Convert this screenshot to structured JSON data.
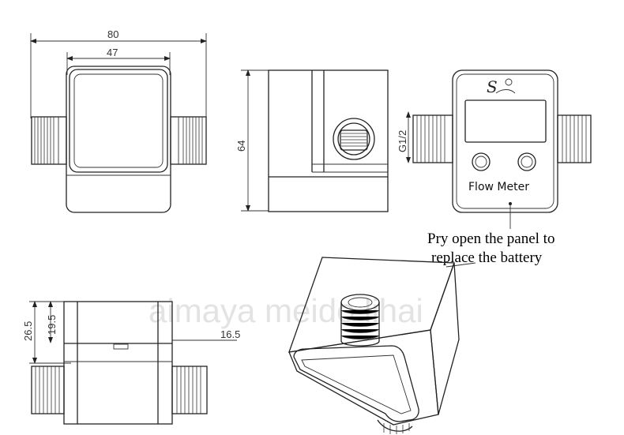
{
  "dimensions": {
    "overall_length": "80",
    "body_width": "47",
    "height": "64",
    "thread": "G1/2",
    "side_height": "26.5",
    "side_inner_height": "19.5",
    "side_offset": "16.5"
  },
  "panel": {
    "label": "Flow Meter",
    "logo": "S"
  },
  "annotation": {
    "line1": "Pry open the panel to",
    "line2": "replace the battery"
  },
  "watermark": "aimaya meido lihai"
}
